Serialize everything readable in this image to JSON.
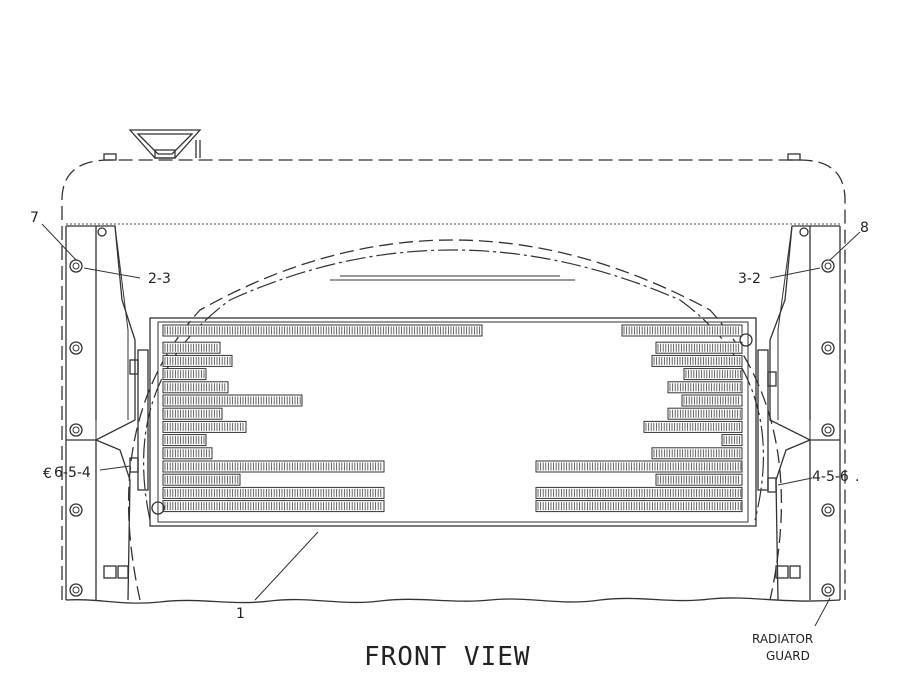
{
  "diagram": {
    "view_title": "FRONT VIEW",
    "callouts": {
      "c7": "7",
      "c8": "8",
      "c1": "1",
      "left_upper": "2-3",
      "right_upper": "3-2",
      "left_lower": "6-5-4",
      "left_lower_prefix": "€",
      "right_lower": "4-5-6",
      "right_lower_suffix": ".",
      "radiator_guard_line1": "RADIATOR",
      "radiator_guard_line2": "GUARD"
    }
  }
}
